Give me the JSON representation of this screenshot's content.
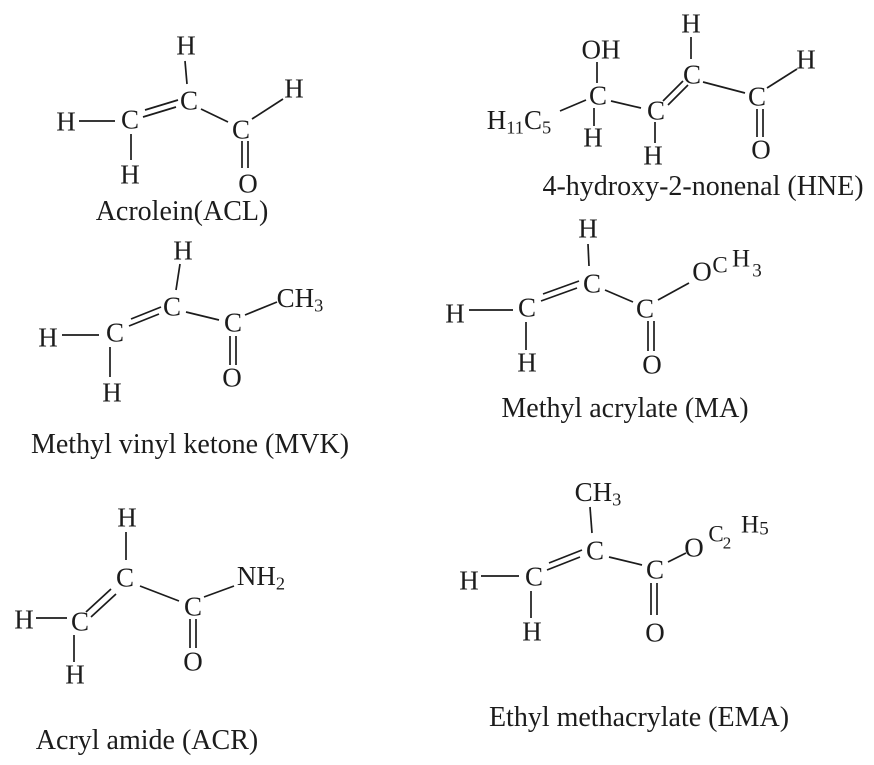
{
  "figure": {
    "background_color": "#ffffff",
    "ink_color": "#1c1c1c"
  },
  "molecules": {
    "acl": {
      "name": "Acrolein(ACL)",
      "atoms": {
        "h_top": "H",
        "c_vinyl_top": "C",
        "c_vinyl_left": "C",
        "h_left": "H",
        "h_bottom": "H",
        "c_carbonyl": "C",
        "h_aldehyde": "H",
        "o_carbonyl": "O"
      }
    },
    "hne": {
      "name": "4-hydroxy-2-nonenal (HNE)",
      "atoms": {
        "pentyl_h": "H",
        "pentyl_h_sub": "11",
        "pentyl_c": "C",
        "pentyl_c_sub": "5",
        "hydroxyl": "OH",
        "c4": "C",
        "c4_h": "H",
        "c3": "C",
        "c3_h": "H",
        "c2": "C",
        "c2_h": "H",
        "c1": "C",
        "c1_h": "H",
        "o_carbonyl": "O"
      }
    },
    "mvk": {
      "name": "Methyl vinyl ketone (MVK)",
      "atoms": {
        "h_top": "H",
        "c_vinyl_top": "C",
        "c_vinyl_left": "C",
        "h_left": "H",
        "h_bottom": "H",
        "c_carbonyl": "C",
        "methyl_main": "CH",
        "methyl_sub": "3",
        "o_carbonyl": "O"
      }
    },
    "ma": {
      "name": "Methyl acrylate (MA)",
      "atoms": {
        "h_top": "H",
        "c_vinyl_top": "C",
        "c_vinyl_left": "C",
        "h_left": "H",
        "h_bottom": "H",
        "c_carbonyl": "C",
        "ester_o": "O",
        "ester_c": "C",
        "ester_h": "H",
        "ester_h_sub": "3",
        "o_carbonyl": "O"
      }
    },
    "acr": {
      "name": "Acryl amide (ACR)",
      "atoms": {
        "h_top": "H",
        "c_vinyl_top": "C",
        "c_vinyl_left": "C",
        "h_left": "H",
        "h_bottom": "H",
        "c_carbonyl": "C",
        "amine_main": "NH",
        "amine_sub": "2",
        "o_carbonyl": "O"
      }
    },
    "ema": {
      "name": "Ethyl methacrylate (EMA)",
      "atoms": {
        "methyl_main": "CH",
        "methyl_sub": "3",
        "c_vinyl_top": "C",
        "c_vinyl_left": "C",
        "h_left": "H",
        "h_bottom": "H",
        "c_carbonyl": "C",
        "ester_o": "O",
        "ester_c": "C",
        "ester_c_sub": "2",
        "ester_h": "H",
        "ester_h_sub": "5",
        "o_carbonyl": "O"
      }
    }
  }
}
